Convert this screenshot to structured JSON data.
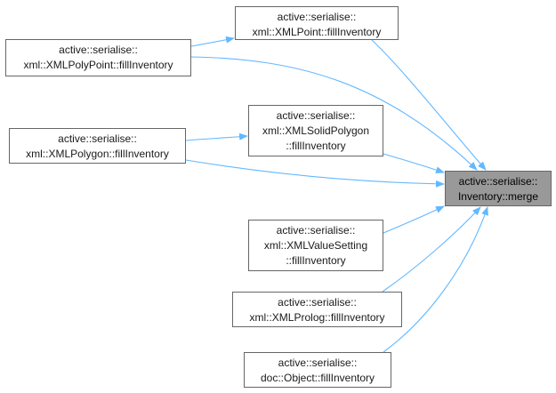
{
  "graph": {
    "target": {
      "lines": [
        "active::serialise::",
        "Inventory::merge"
      ]
    },
    "nodes": {
      "xmlpoint": {
        "lines": [
          "active::serialise::",
          "xml::XMLPoint::fillInventory"
        ]
      },
      "xmlpolypoint": {
        "lines": [
          "active::serialise::",
          "xml::XMLPolyPoint::fillInventory"
        ]
      },
      "xmlsolidpolygon": {
        "lines": [
          "active::serialise::",
          "xml::XMLSolidPolygon",
          "::fillInventory"
        ]
      },
      "xmlpolygon": {
        "lines": [
          "active::serialise::",
          "xml::XMLPolygon::fillInventory"
        ]
      },
      "xmlvaluesetting": {
        "lines": [
          "active::serialise::",
          "xml::XMLValueSetting",
          "::fillInventory"
        ]
      },
      "xmlprolog": {
        "lines": [
          "active::serialise::",
          "xml::XMLProlog::fillInventory"
        ]
      },
      "docobject": {
        "lines": [
          "active::serialise::",
          "doc::Object::fillInventory"
        ]
      }
    },
    "edges": [
      {
        "from": "xmlpolypoint",
        "to": "xmlpoint"
      },
      {
        "from": "xmlpoint",
        "to": "target"
      },
      {
        "from": "xmlpolypoint",
        "to": "target"
      },
      {
        "from": "xmlpolygon",
        "to": "xmlsolidpolygon"
      },
      {
        "from": "xmlsolidpolygon",
        "to": "target"
      },
      {
        "from": "xmlpolygon",
        "to": "target"
      },
      {
        "from": "xmlvaluesetting",
        "to": "target"
      },
      {
        "from": "xmlprolog",
        "to": "target"
      },
      {
        "from": "docobject",
        "to": "target"
      }
    ],
    "colors": {
      "edge": "#63b8ff",
      "node_border": "#666666",
      "target_fill": "#999999"
    }
  }
}
